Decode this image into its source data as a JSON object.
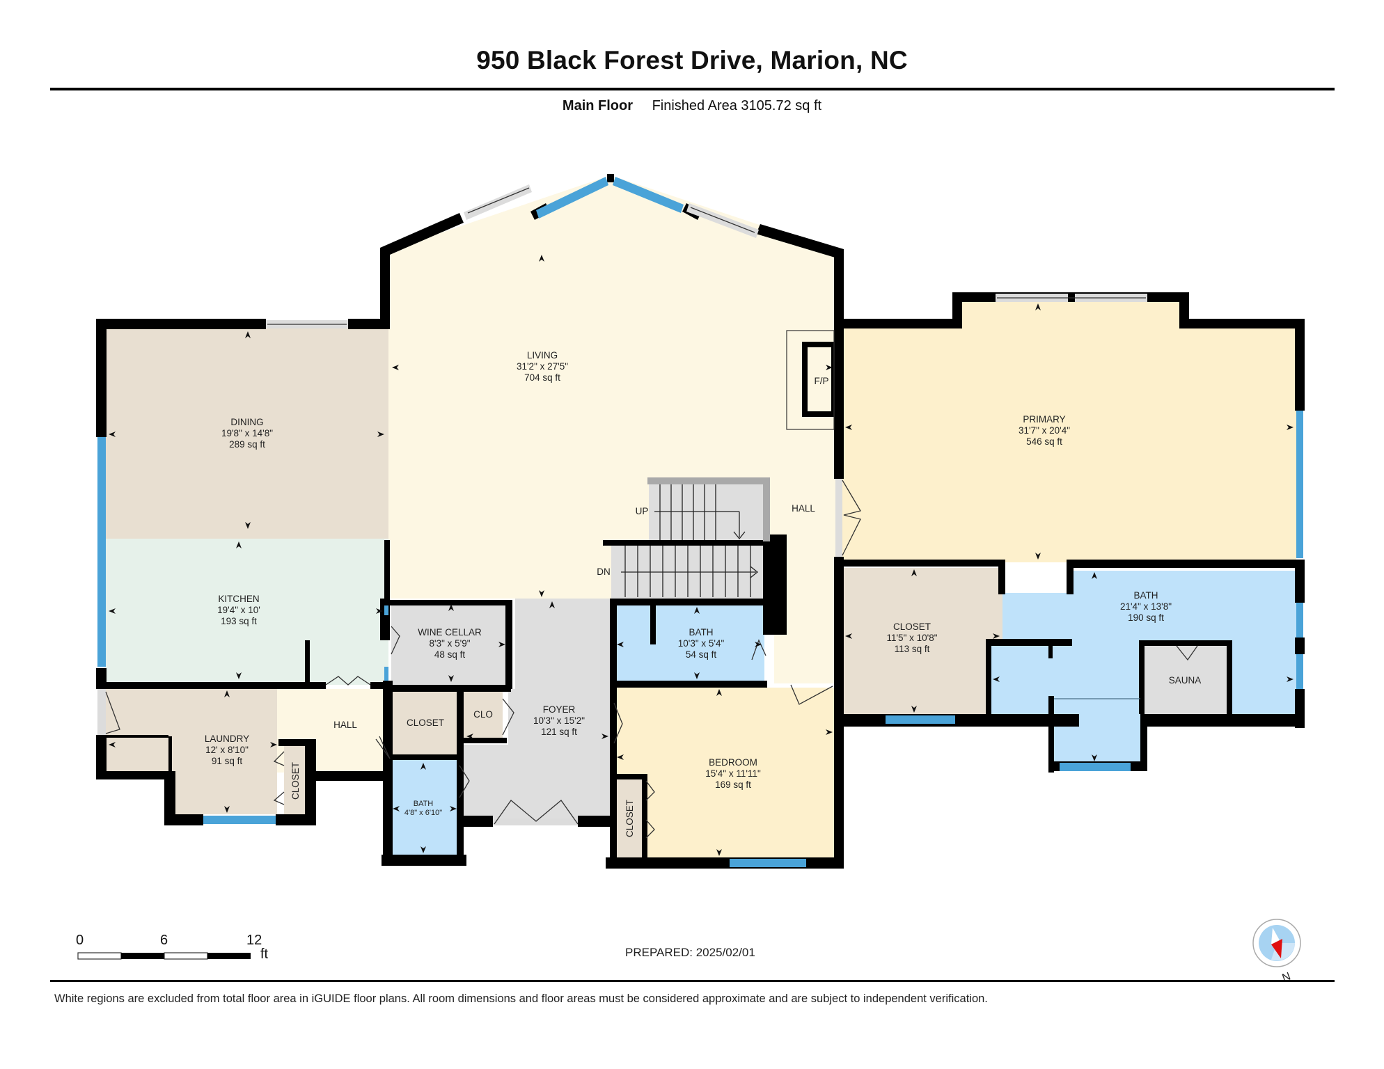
{
  "header": {
    "title": "950 Black Forest Drive, Marion, NC",
    "floor_name": "Main Floor",
    "finished_area": "Finished Area 3105.72 sq ft"
  },
  "colors": {
    "wall": "#000000",
    "window": "#4aa3d8",
    "door_opening": "#dcdcdc",
    "living": "#fdf7e3",
    "dining": "#e8dfd1",
    "kitchen": "#e6f1ea",
    "primary": "#fdf0cc",
    "bath": "#bfe2fa",
    "closet": "#e8dfd1",
    "bedroom": "#fdf0cc",
    "foyer": "#dedede",
    "wine_cellar": "#dedede",
    "sauna": "#dedede",
    "hall": "#fdf7e3",
    "compass_needle": "#e01010",
    "compass_face": "#a7d3f2"
  },
  "rooms": {
    "living": {
      "name": "LIVING",
      "dims": "31'2\" x 27'5\"",
      "area": "704 sq ft"
    },
    "dining": {
      "name": "DINING",
      "dims": "19'8\" x 14'8\"",
      "area": "289 sq ft"
    },
    "kitchen": {
      "name": "KITCHEN",
      "dims": "19'4\" x 10'",
      "area": "193 sq ft"
    },
    "primary": {
      "name": "PRIMARY",
      "dims": "31'7\" x 20'4\"",
      "area": "546 sq ft"
    },
    "primary_closet": {
      "name": "CLOSET",
      "dims": "11'5\" x 10'8\"",
      "area": "113 sq ft"
    },
    "primary_bath": {
      "name": "BATH",
      "dims": "21'4\" x 13'8\"",
      "area": "190 sq ft"
    },
    "sauna": {
      "name": "SAUNA"
    },
    "wine_cellar": {
      "name": "WINE CELLAR",
      "dims": "8'3\" x 5'9\"",
      "area": "48 sq ft"
    },
    "foyer": {
      "name": "FOYER",
      "dims": "10'3\" x 15'2\"",
      "area": "121 sq ft"
    },
    "bath_mid": {
      "name": "BATH",
      "dims": "10'3\" x 5'4\"",
      "area": "54 sq ft"
    },
    "bedroom": {
      "name": "BEDROOM",
      "dims": "15'4\" x 11'11\"",
      "area": "169 sq ft"
    },
    "bedroom_closet": {
      "name": "CLOSET"
    },
    "laundry": {
      "name": "LAUNDRY",
      "dims": "12' x 8'10\"",
      "area": "91 sq ft"
    },
    "laundry_closet": {
      "name": "CLOSET"
    },
    "hall_left": {
      "name": "HALL"
    },
    "hall_right": {
      "name": "HALL"
    },
    "closet_small": {
      "name": "CLOSET"
    },
    "clo": {
      "name": "CLO"
    },
    "bath_small": {
      "name": "BATH",
      "dims": "4'8\" x 6'10\""
    },
    "fireplace": {
      "name": "F/P"
    },
    "stairs_up": {
      "name": "UP"
    },
    "stairs_down": {
      "name": "DN"
    }
  },
  "scale_bar": {
    "ticks": [
      "0",
      "6",
      "12"
    ],
    "unit": "ft"
  },
  "prepared": "PREPARED: 2025/02/01",
  "compass": {
    "label": "N"
  },
  "footer_note": "White regions are excluded from total floor area in iGUIDE floor plans. All room dimensions and floor areas must be considered approximate and are subject to independent verification."
}
